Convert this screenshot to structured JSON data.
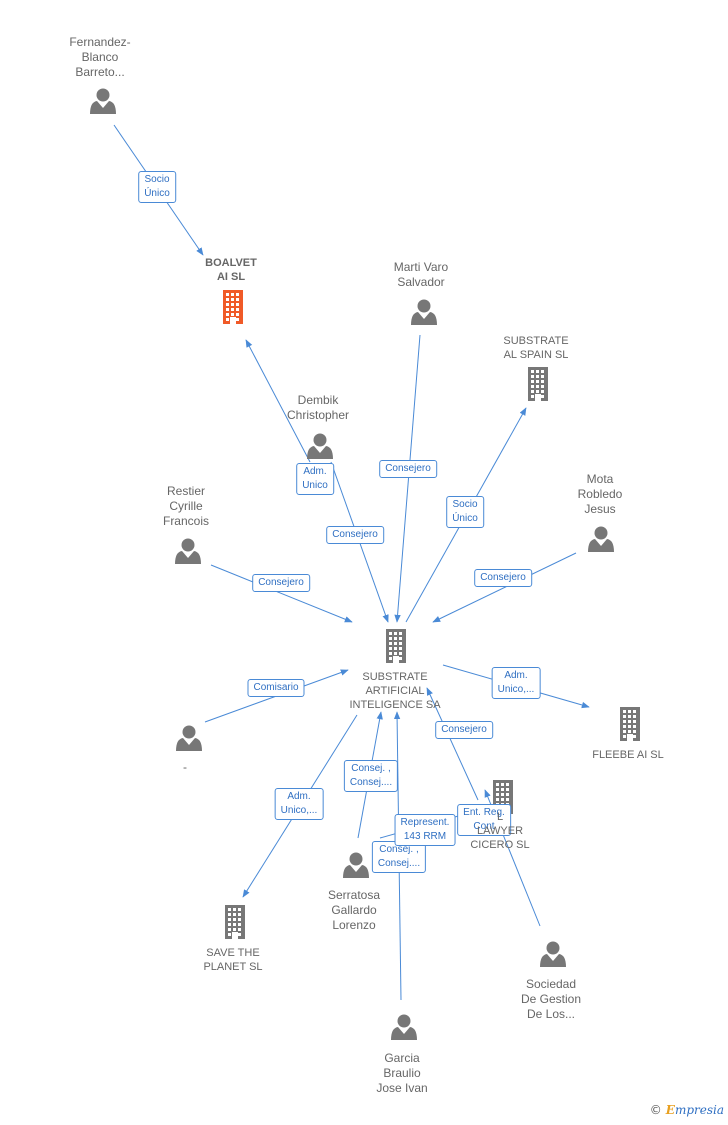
{
  "colors": {
    "edge": "#4a8ad6",
    "company": "#777777",
    "highlight": "#f05a28",
    "person": "#777777"
  },
  "nodes": {
    "fernandez": {
      "label": "Fernandez-\nBlanco\nBarreto...",
      "kind": "person"
    },
    "boalvet": {
      "label": "BOALVET\nAI  SL",
      "kind": "company-main"
    },
    "marti": {
      "label": "Marti Varo\nSalvador",
      "kind": "person"
    },
    "substrate_spain": {
      "label": "SUBSTRATE\nAL SPAIN  SL",
      "kind": "company"
    },
    "dembik": {
      "label": "Dembik\nChristopher",
      "kind": "person"
    },
    "mota": {
      "label": "Mota\nRobledo\nJesus",
      "kind": "person"
    },
    "restier": {
      "label": "Restier\nCyrille\nFrancois",
      "kind": "person"
    },
    "substrate_artificial": {
      "label": "SUBSTRATE\nARTIFICIAL\nINTELIGENCE SA",
      "kind": "company"
    },
    "fleebe": {
      "label": "FLEEBE AI  SL",
      "kind": "company"
    },
    "dash": {
      "label": "-",
      "kind": "person"
    },
    "lawyer": {
      "label": "L\nLAWYER\nCICERO  SL",
      "kind": "company"
    },
    "serratosa": {
      "label": "Serratosa\nGallardo\nLorenzo",
      "kind": "person"
    },
    "save_planet": {
      "label": "SAVE THE\nPLANET  SL",
      "kind": "company"
    },
    "sociedad": {
      "label": "Sociedad\nDe Gestion\nDe Los...",
      "kind": "person"
    },
    "garcia": {
      "label": "Garcia\nBraulio\nJose Ivan",
      "kind": "person"
    }
  },
  "edges": [
    {
      "from": "fernandez",
      "to": "boalvet",
      "label": "Socio\nÚnico"
    },
    {
      "from": "dembik",
      "to": "boalvet",
      "label": "Adm.\nUnico"
    },
    {
      "from": "dembik",
      "to": "substrate_artificial",
      "label": "Consejero"
    },
    {
      "from": "marti",
      "to": "substrate_artificial",
      "label": "Consejero"
    },
    {
      "from": "substrate_artificial",
      "to": "substrate_spain",
      "label": "Socio\nÚnico"
    },
    {
      "from": "mota",
      "to": "substrate_artificial",
      "label": "Consejero"
    },
    {
      "from": "restier",
      "to": "substrate_artificial",
      "label": "Consejero"
    },
    {
      "from": "dash",
      "to": "substrate_artificial",
      "label": "Comisario"
    },
    {
      "from": "substrate_artificial",
      "to": "fleebe",
      "label": "Adm.\nUnico,..."
    },
    {
      "from": "lawyer",
      "to": "substrate_artificial",
      "label": "Consejero"
    },
    {
      "from": "substrate_artificial",
      "to": "save_planet",
      "label": "Adm.\nUnico,..."
    },
    {
      "from": "serratosa",
      "to": "substrate_artificial",
      "label": "Consej. ,\nConsej...."
    },
    {
      "from": "garcia",
      "to": "substrate_artificial",
      "label": "Consej. ,\nConsej...."
    },
    {
      "from": "serratosa",
      "to": "lawyer",
      "label": "Represent.\n143 RRM"
    },
    {
      "from": "sociedad",
      "to": "lawyer",
      "label": "Ent.  Reg.\nCont"
    }
  ],
  "brand": {
    "copyright": "©",
    "initial": "E",
    "rest": "mpresia"
  }
}
